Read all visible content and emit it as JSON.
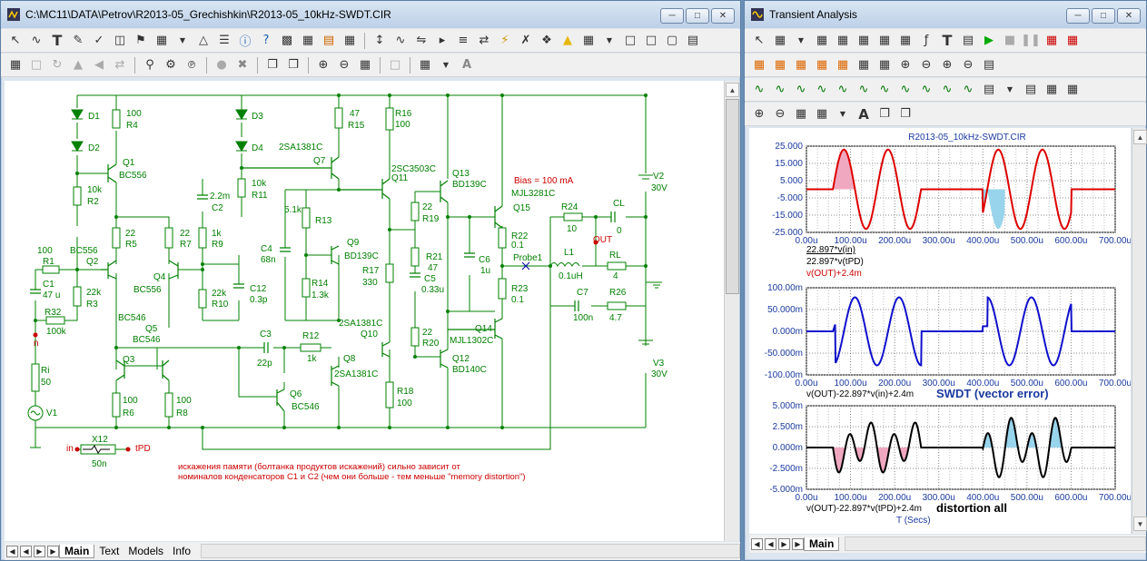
{
  "schematic_window": {
    "title": "C:\\MC11\\DATA\\Petrov\\R2013-05_Grechishkin\\R2013-05_10kHz-SWDT.CIR",
    "tabs": [
      "Main",
      "Text",
      "Models",
      "Info"
    ],
    "active_tab": "Main",
    "note_line1": "искажения памяти (болтанка продуктов искажений) сильно зависит от",
    "note_line2": "номиналов конденсаторов C1 и C2 (чем они больше - тем меньше \"memory distortion\")",
    "bias_text": "Bias = 100 mA",
    "components": {
      "D1": "D1",
      "D2": "D2",
      "R4": "R4",
      "R4v": "100",
      "Q1": "Q1",
      "Q1t": "BC556",
      "R2": "R2",
      "R2v": "10k",
      "D3": "D3",
      "D4": "D4",
      "R11": "R11",
      "R11v": "10k",
      "C2": "C2",
      "C2v": "2.2m",
      "R15": "R15",
      "R15v": "47",
      "R16": "R16",
      "R16v": "100",
      "Q7": "Q7",
      "Q7t": "2SA1381C",
      "Q11": "Q11",
      "Q11t": "2SC3503C",
      "Q13": "Q13",
      "Q13t": "BD139C",
      "Q15": "Q15",
      "Q15t": "MJL3281C",
      "R5": "R5",
      "R5v": "22",
      "R7": "R7",
      "R7v": "22",
      "R9": "R9",
      "R9v": "1k",
      "R1": "R1",
      "R1v": "100",
      "Q2": "Q2",
      "Q2t": "BC556",
      "Q4": "Q4",
      "Q4t": "BC556",
      "C1": "C1",
      "C1v": "47 u",
      "R3": "R3",
      "R3v": "22k",
      "R32": "R32",
      "R32v": "100k",
      "R10": "R10",
      "R10v": "22k",
      "C12": "C12",
      "C12v": "0.3p",
      "Q5": "Q5",
      "Q5t1": "BC546",
      "Q5t2": "BC546",
      "Q3": "Q3",
      "R6": "R6",
      "R6v": "100",
      "R8": "R8",
      "R8v": "100",
      "Ri": "Ri",
      "Riv": "50",
      "V1": "V1",
      "X12": "X12",
      "X12v": "50n",
      "in": "in",
      "tPD": "tPD",
      "n": "n",
      "R13": "R13",
      "R13v": "5.1k",
      "C4": "C4",
      "C4v": "68n",
      "Q9": "Q9",
      "Q9t": "BD139C",
      "R14": "R14",
      "R14v": "1.3k",
      "R17": "R17",
      "R17v": "330",
      "R19": "R19",
      "R19v": "22",
      "R21": "R21",
      "R21v": "47",
      "C5": "C5",
      "C5v": "0.33u",
      "C6": "C6",
      "C6v": "1u",
      "Probe1": "Probe1",
      "R22": "R22",
      "R22v": "0.1",
      "R23": "R23",
      "R23v": "0.1",
      "R24": "R24",
      "R24v": "10",
      "CL": "CL",
      "CLv": "0",
      "OUT": "OUT",
      "L1": "L1",
      "L1v": "0.1uH",
      "RL": "RL",
      "RLv": "4",
      "C7": "C7",
      "C7v": "100n",
      "R26": "R26",
      "R26v": "4.7",
      "V2": "V2",
      "V2v": "30V",
      "V3": "V3",
      "V3v": "30V",
      "C3": "C3",
      "C3v": "22p",
      "R12": "R12",
      "R12v": "1k",
      "Q8": "Q8",
      "Q8t": "2SA1381C",
      "Q6": "Q6",
      "Q6t": "BC546",
      "Q10": "Q10",
      "Q10t": "2SA1381C",
      "R18": "R18",
      "R18v": "100",
      "R20": "R20",
      "R20v": "22",
      "Q12": "Q12",
      "Q12t": "BD140C",
      "Q14": "Q14",
      "Q14t": "MJL1302C"
    }
  },
  "analysis_window": {
    "title": "Transient Analysis",
    "plot_title": "R2013-05_10kHz-SWDT.CIR",
    "tab": "Main",
    "x_ticks": [
      "0.00u",
      "100.00u",
      "200.00u",
      "300.00u",
      "400.00u",
      "500.00u",
      "600.00u",
      "700.00u"
    ],
    "x_axis_label": "T (Secs)",
    "plot1": {
      "y_ticks": [
        "25.000",
        "15.000",
        "5.000",
        "-5.000",
        "-15.000",
        "-25.000"
      ],
      "legend": [
        "22.897*v(in)",
        "22.897*v(tPD)",
        "v(OUT)+2.4m"
      ],
      "legend_colors": [
        "#000000",
        "#000000",
        "#cc0000"
      ]
    },
    "plot2": {
      "y_ticks": [
        "100.00m",
        "50.000m",
        "0.000m",
        "-50.000m",
        "-100.00m"
      ],
      "legend": "v(OUT)-22.897*v(in)+2.4m",
      "caption": "SWDT (vector error)"
    },
    "plot3": {
      "y_ticks": [
        "5.000m",
        "2.500m",
        "0.000m",
        "-2.500m",
        "-5.000m"
      ],
      "legend": "v(OUT)-22.897*v(tPD)+2.4m",
      "caption": "distortion all"
    }
  },
  "colors": {
    "wire": "#008000",
    "label": "#008000",
    "note": "#cc0000",
    "trace_red": "#dd0000",
    "trace_blue": "#1010cc",
    "fill_pink": "#f0a8c0",
    "fill_cyan": "#98d4ec"
  },
  "chart_data": [
    {
      "type": "line",
      "title": "R2013-05_10kHz-SWDT.CIR",
      "xlabel": "",
      "ylabel": "",
      "xlim": [
        0,
        700
      ],
      "ylim": [
        -25,
        25
      ],
      "series": [
        {
          "name": "22.897*v(in)",
          "values": "two 10kHz bursts of ~23 V amplitude: 60-260u and 400-600u"
        },
        {
          "name": "v(OUT)+2.4m",
          "values": "overlaps input"
        }
      ]
    },
    {
      "type": "line",
      "xlabel": "",
      "ylabel": "",
      "xlim": [
        0,
        700
      ],
      "ylim": [
        -0.1,
        0.1
      ],
      "series": [
        {
          "name": "v(OUT)-22.897*v(in)+2.4m",
          "values": "~80m amplitude sine during bursts"
        }
      ]
    },
    {
      "type": "line",
      "xlabel": "T (Secs)",
      "ylabel": "",
      "xlim": [
        0,
        700
      ],
      "ylim": [
        -0.005,
        0.005
      ],
      "series": [
        {
          "name": "v(OUT)-22.897*v(tPD)+2.4m",
          "values": "~2.5m distortion pattern during bursts"
        }
      ]
    }
  ]
}
